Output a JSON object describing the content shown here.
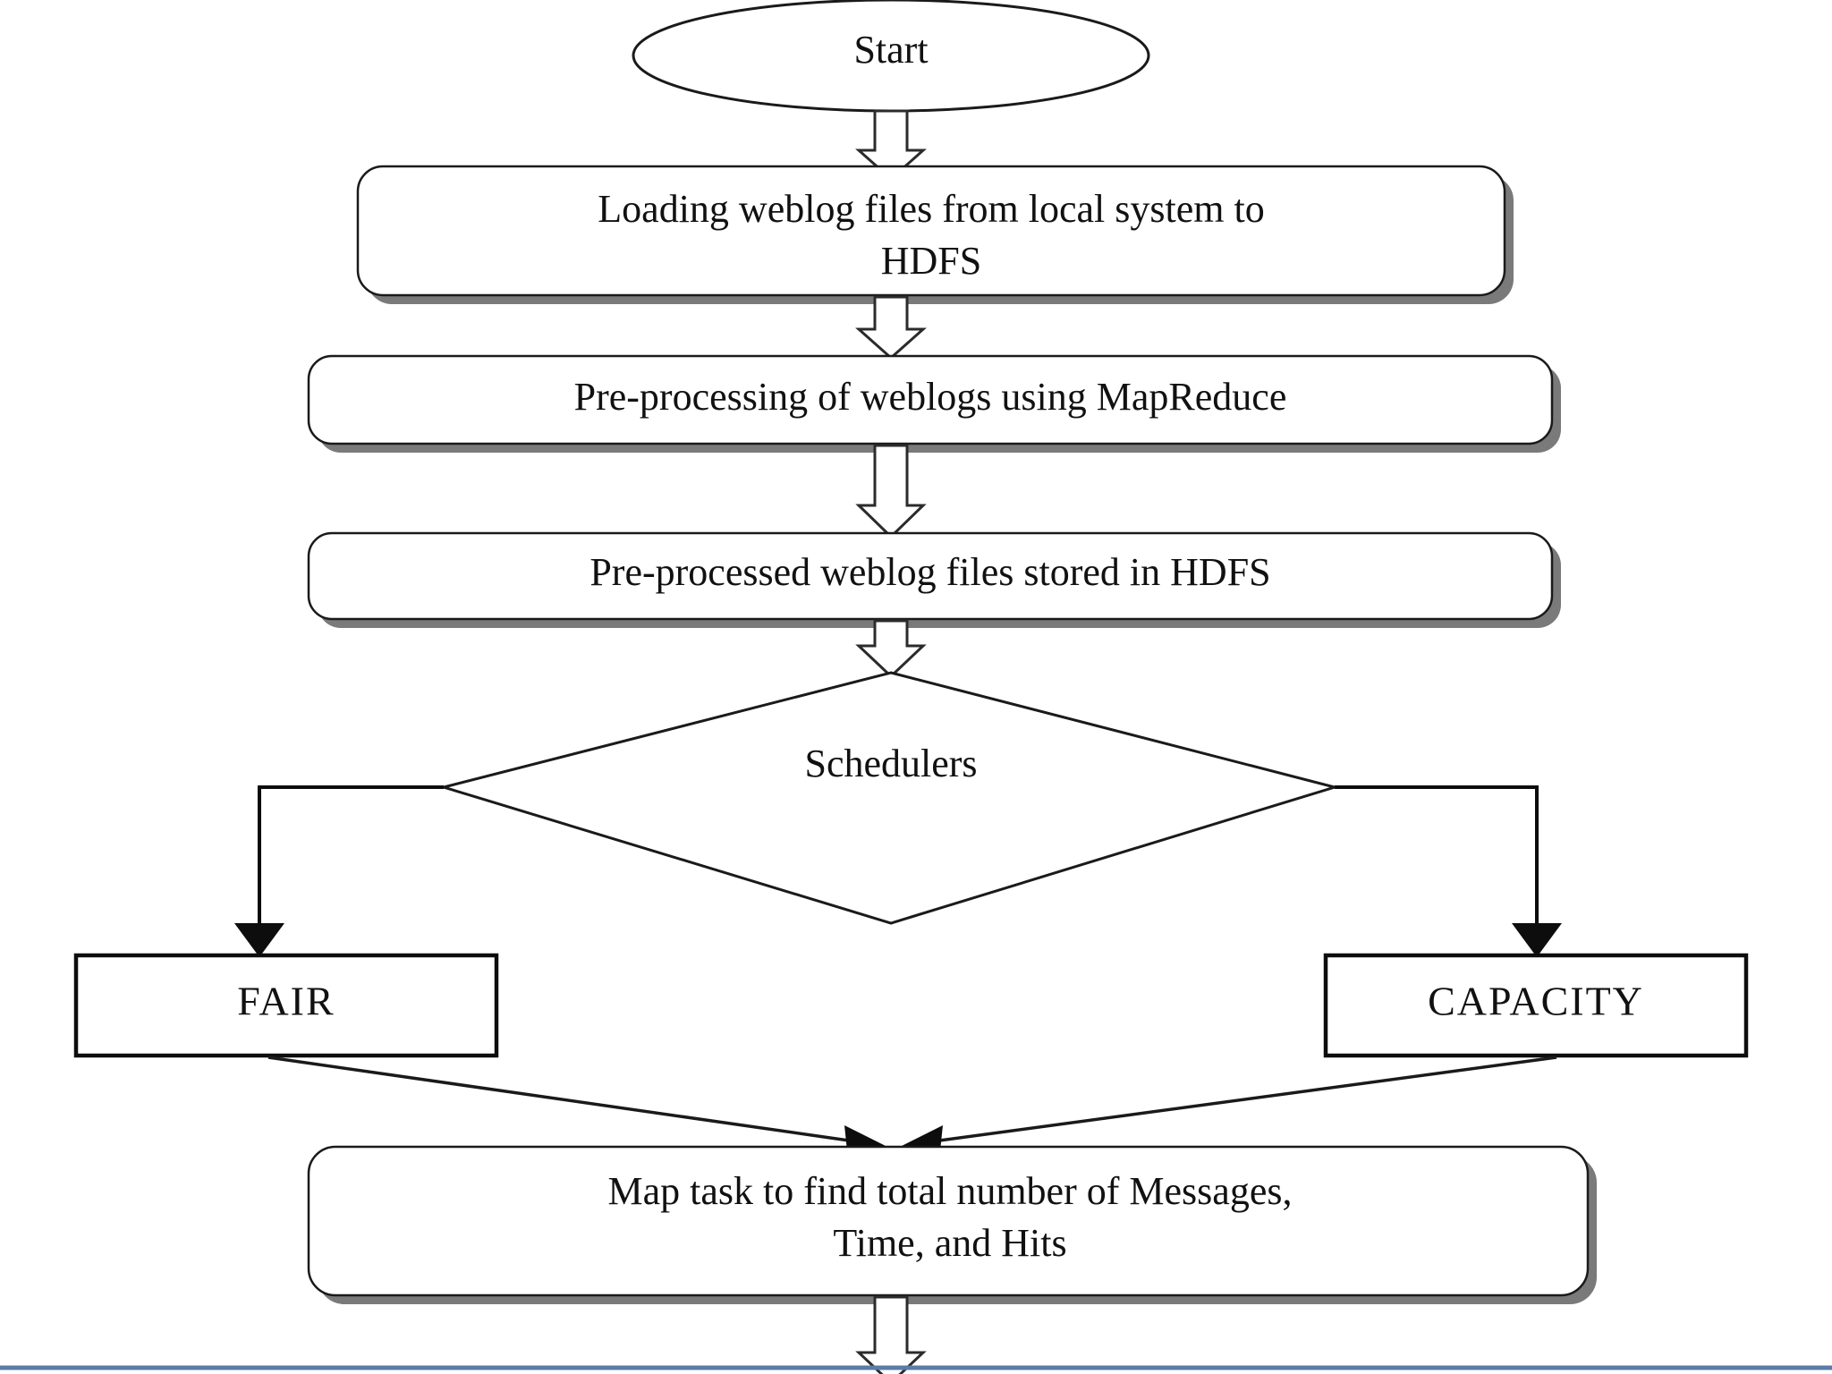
{
  "diagram": {
    "title": "Weblog analysis MapReduce flowchart",
    "nodes": {
      "start": {
        "label": "Start",
        "shape": "oval"
      },
      "load": {
        "line1": "Loading weblog files from local system  to",
        "line2": "HDFS",
        "shape": "rounded-rect"
      },
      "preprocess": {
        "label": "Pre-processing of weblogs using MapReduce",
        "shape": "rounded-rect"
      },
      "stored": {
        "label": "Pre-processed weblog files stored in HDFS",
        "shape": "rounded-rect"
      },
      "schedulers": {
        "label": "Schedulers",
        "shape": "diamond"
      },
      "fair": {
        "label": "FAIR",
        "shape": "rect"
      },
      "capacity": {
        "label": "CAPACITY",
        "shape": "rect"
      },
      "maptask": {
        "line1": "Map task to find total number of Messages,",
        "line2": "Time, and Hits",
        "shape": "rounded-rect"
      }
    },
    "edges": [
      {
        "from": "start",
        "to": "load",
        "style": "block-arrow"
      },
      {
        "from": "load",
        "to": "preprocess",
        "style": "block-arrow"
      },
      {
        "from": "preprocess",
        "to": "stored",
        "style": "block-arrow"
      },
      {
        "from": "stored",
        "to": "schedulers",
        "style": "block-arrow"
      },
      {
        "from": "schedulers",
        "to": "fair",
        "style": "elbow-arrow"
      },
      {
        "from": "schedulers",
        "to": "capacity",
        "style": "elbow-arrow"
      },
      {
        "from": "fair",
        "to": "maptask",
        "style": "diagonal-arrow"
      },
      {
        "from": "capacity",
        "to": "maptask",
        "style": "diagonal-arrow"
      },
      {
        "from": "maptask",
        "to": "below",
        "style": "block-arrow"
      }
    ],
    "colors": {
      "outline": "#1a1a1a",
      "shadow": "#7a7a7a",
      "text": "#111111",
      "background": "#ffffff",
      "bottom_rule": "#5b7ca8"
    }
  }
}
